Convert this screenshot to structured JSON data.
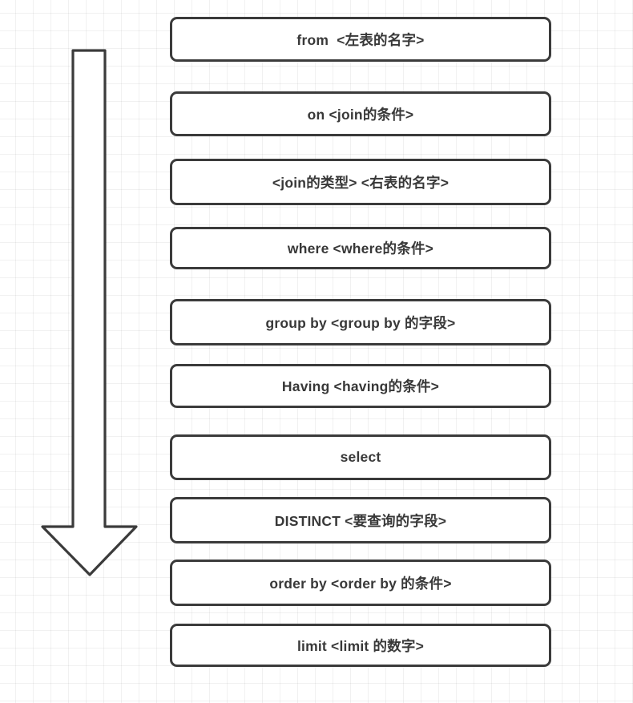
{
  "diagram": {
    "title_semantic": "sql-query-execution-order-flow",
    "arrow": {
      "name": "execution-order-arrow",
      "direction": "down"
    },
    "colors": {
      "stroke": "#3b3b3b",
      "text": "#383838",
      "box_fill": "#ffffff",
      "grid_line": "#f1f1f1",
      "background": "#ffffff"
    },
    "boxes": [
      {
        "label": "from  <左表的名字>"
      },
      {
        "label": "on <join的条件>"
      },
      {
        "label": "<join的类型> <右表的名字>"
      },
      {
        "label": "where <where的条件>"
      },
      {
        "label": "group by <group by 的字段>"
      },
      {
        "label": "Having <having的条件>"
      },
      {
        "label": "select"
      },
      {
        "label": "DISTINCT <要查询的字段>"
      },
      {
        "label": "order by <order by 的条件>"
      },
      {
        "label": "limit <limit 的数字>"
      }
    ]
  }
}
